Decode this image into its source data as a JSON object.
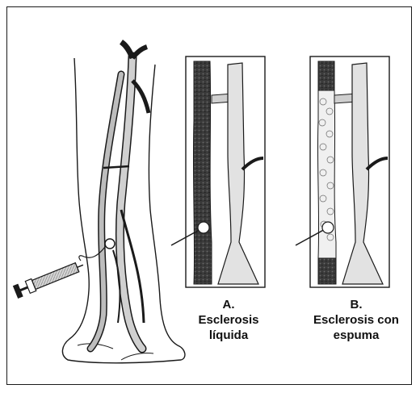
{
  "figure": {
    "panel_a": {
      "letter": "A.",
      "line1": "Esclerosis",
      "line2": "líquida"
    },
    "panel_b": {
      "letter": "B.",
      "line1": "Esclerosis con",
      "line2": "espuma"
    }
  },
  "colors": {
    "ink": "#1a1a1a",
    "vein_dark": "#2e2e2e",
    "foam_light": "#e8e8e8",
    "background": "#ffffff"
  }
}
